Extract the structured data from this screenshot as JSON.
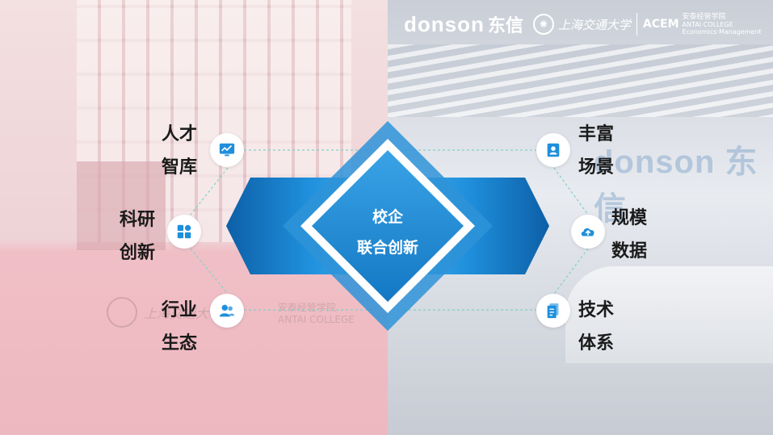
{
  "header": {
    "brand_en": "donson",
    "brand_cn": "东信",
    "university": "上海交通大学",
    "college_mark": "ACEM",
    "college_cn": "安泰经管学院",
    "college_en1": "ANTAI COLLEGE",
    "college_en2": "Economics·Management"
  },
  "center": {
    "line1": "校企",
    "line2": "联合创新"
  },
  "left_items": [
    {
      "line1": "人才",
      "line2": "智库",
      "icon": "monitor-chart-icon"
    },
    {
      "line1": "科研",
      "line2": "创新",
      "icon": "apps-grid-icon"
    },
    {
      "line1": "行业",
      "line2": "生态",
      "icon": "users-icon"
    }
  ],
  "right_items": [
    {
      "line1": "丰富",
      "line2": "场景",
      "icon": "contact-card-icon"
    },
    {
      "line1": "规模",
      "line2": "数据",
      "icon": "cloud-upload-icon"
    },
    {
      "line1": "技术",
      "line2": "体系",
      "icon": "document-icon"
    }
  ],
  "colors": {
    "accent_blue": "#1f8fdc",
    "accent_dark": "#0f6fb8",
    "left_bg": "#efc3c9",
    "right_bg": "#d7dbe2"
  }
}
